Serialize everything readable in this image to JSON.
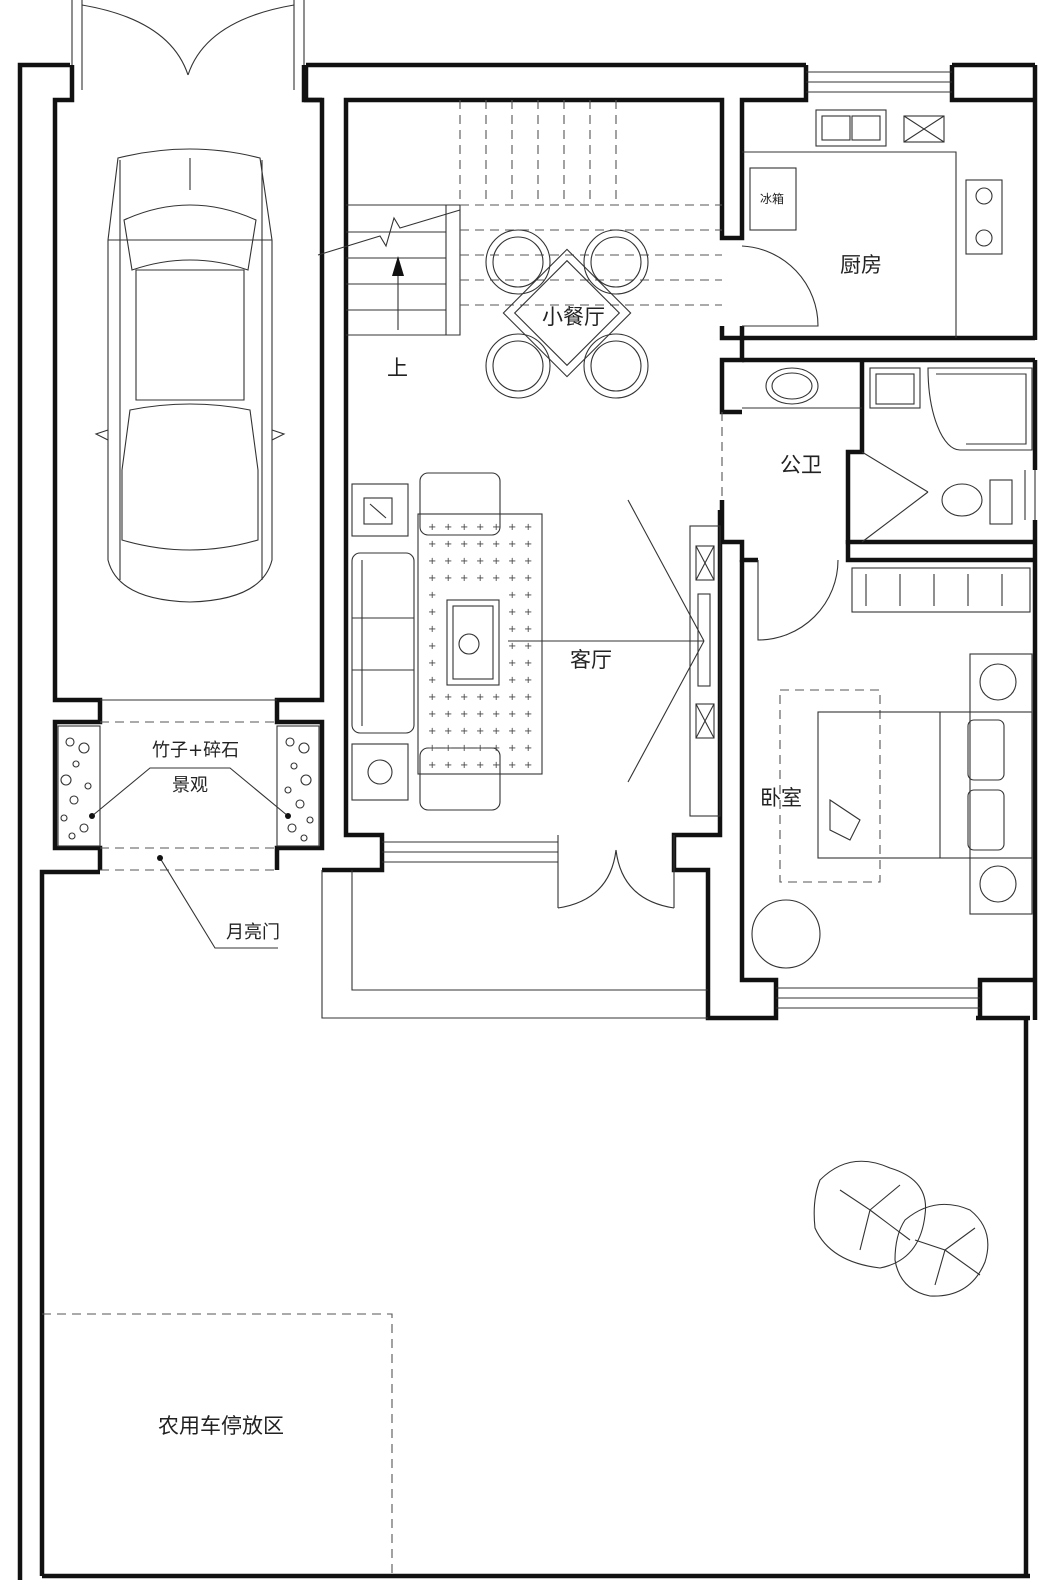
{
  "rooms": {
    "small_dining": "小餐厅",
    "kitchen": "厨房",
    "fridge": "冰箱",
    "bathroom": "公卫",
    "living": "客厅",
    "bedroom": "卧室",
    "stairs_up": "上",
    "landscape_line1": "竹子+碎石",
    "landscape_line2": "景观",
    "moon_gate": "月亮门",
    "farm_vehicle_parking": "农用车停放区"
  }
}
